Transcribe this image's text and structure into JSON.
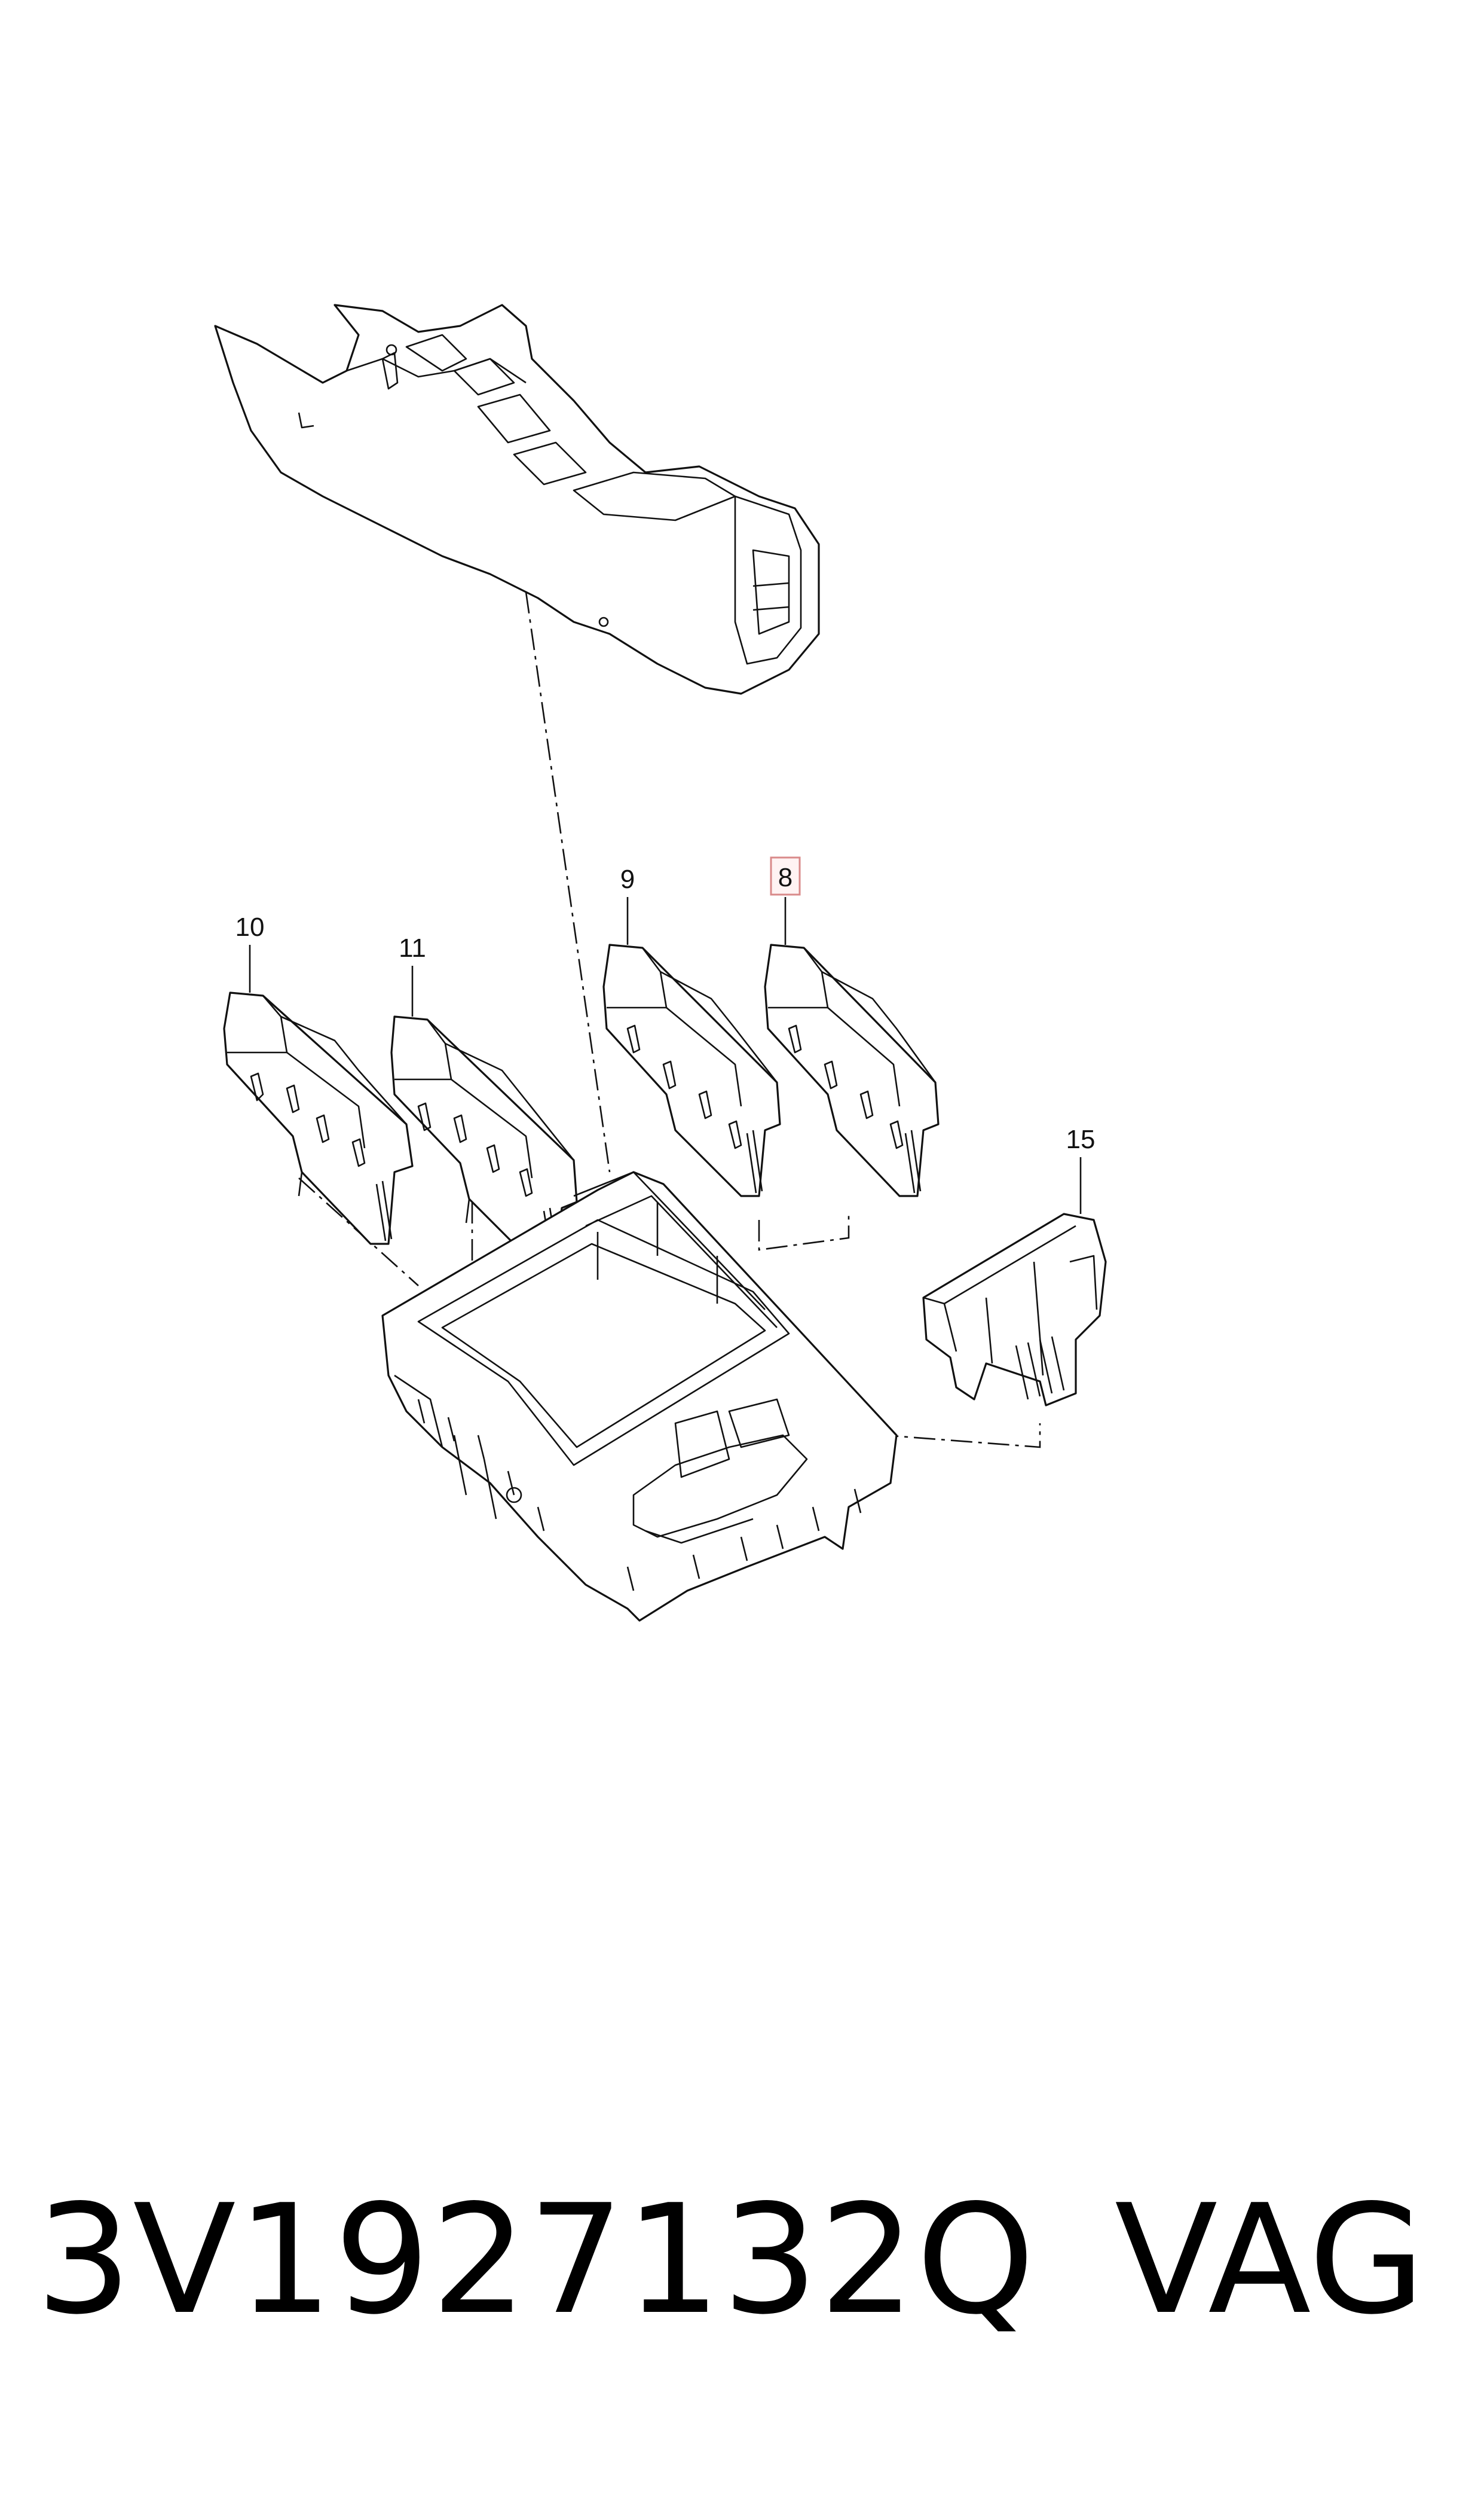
{
  "diagram": {
    "callouts": {
      "c8": "8",
      "c9": "9",
      "c10": "10",
      "c11": "11",
      "c15": "15"
    },
    "highlight_color": "#d98a8a"
  },
  "footer": {
    "part_number": "3V1927132Q",
    "brand": "VAG"
  }
}
